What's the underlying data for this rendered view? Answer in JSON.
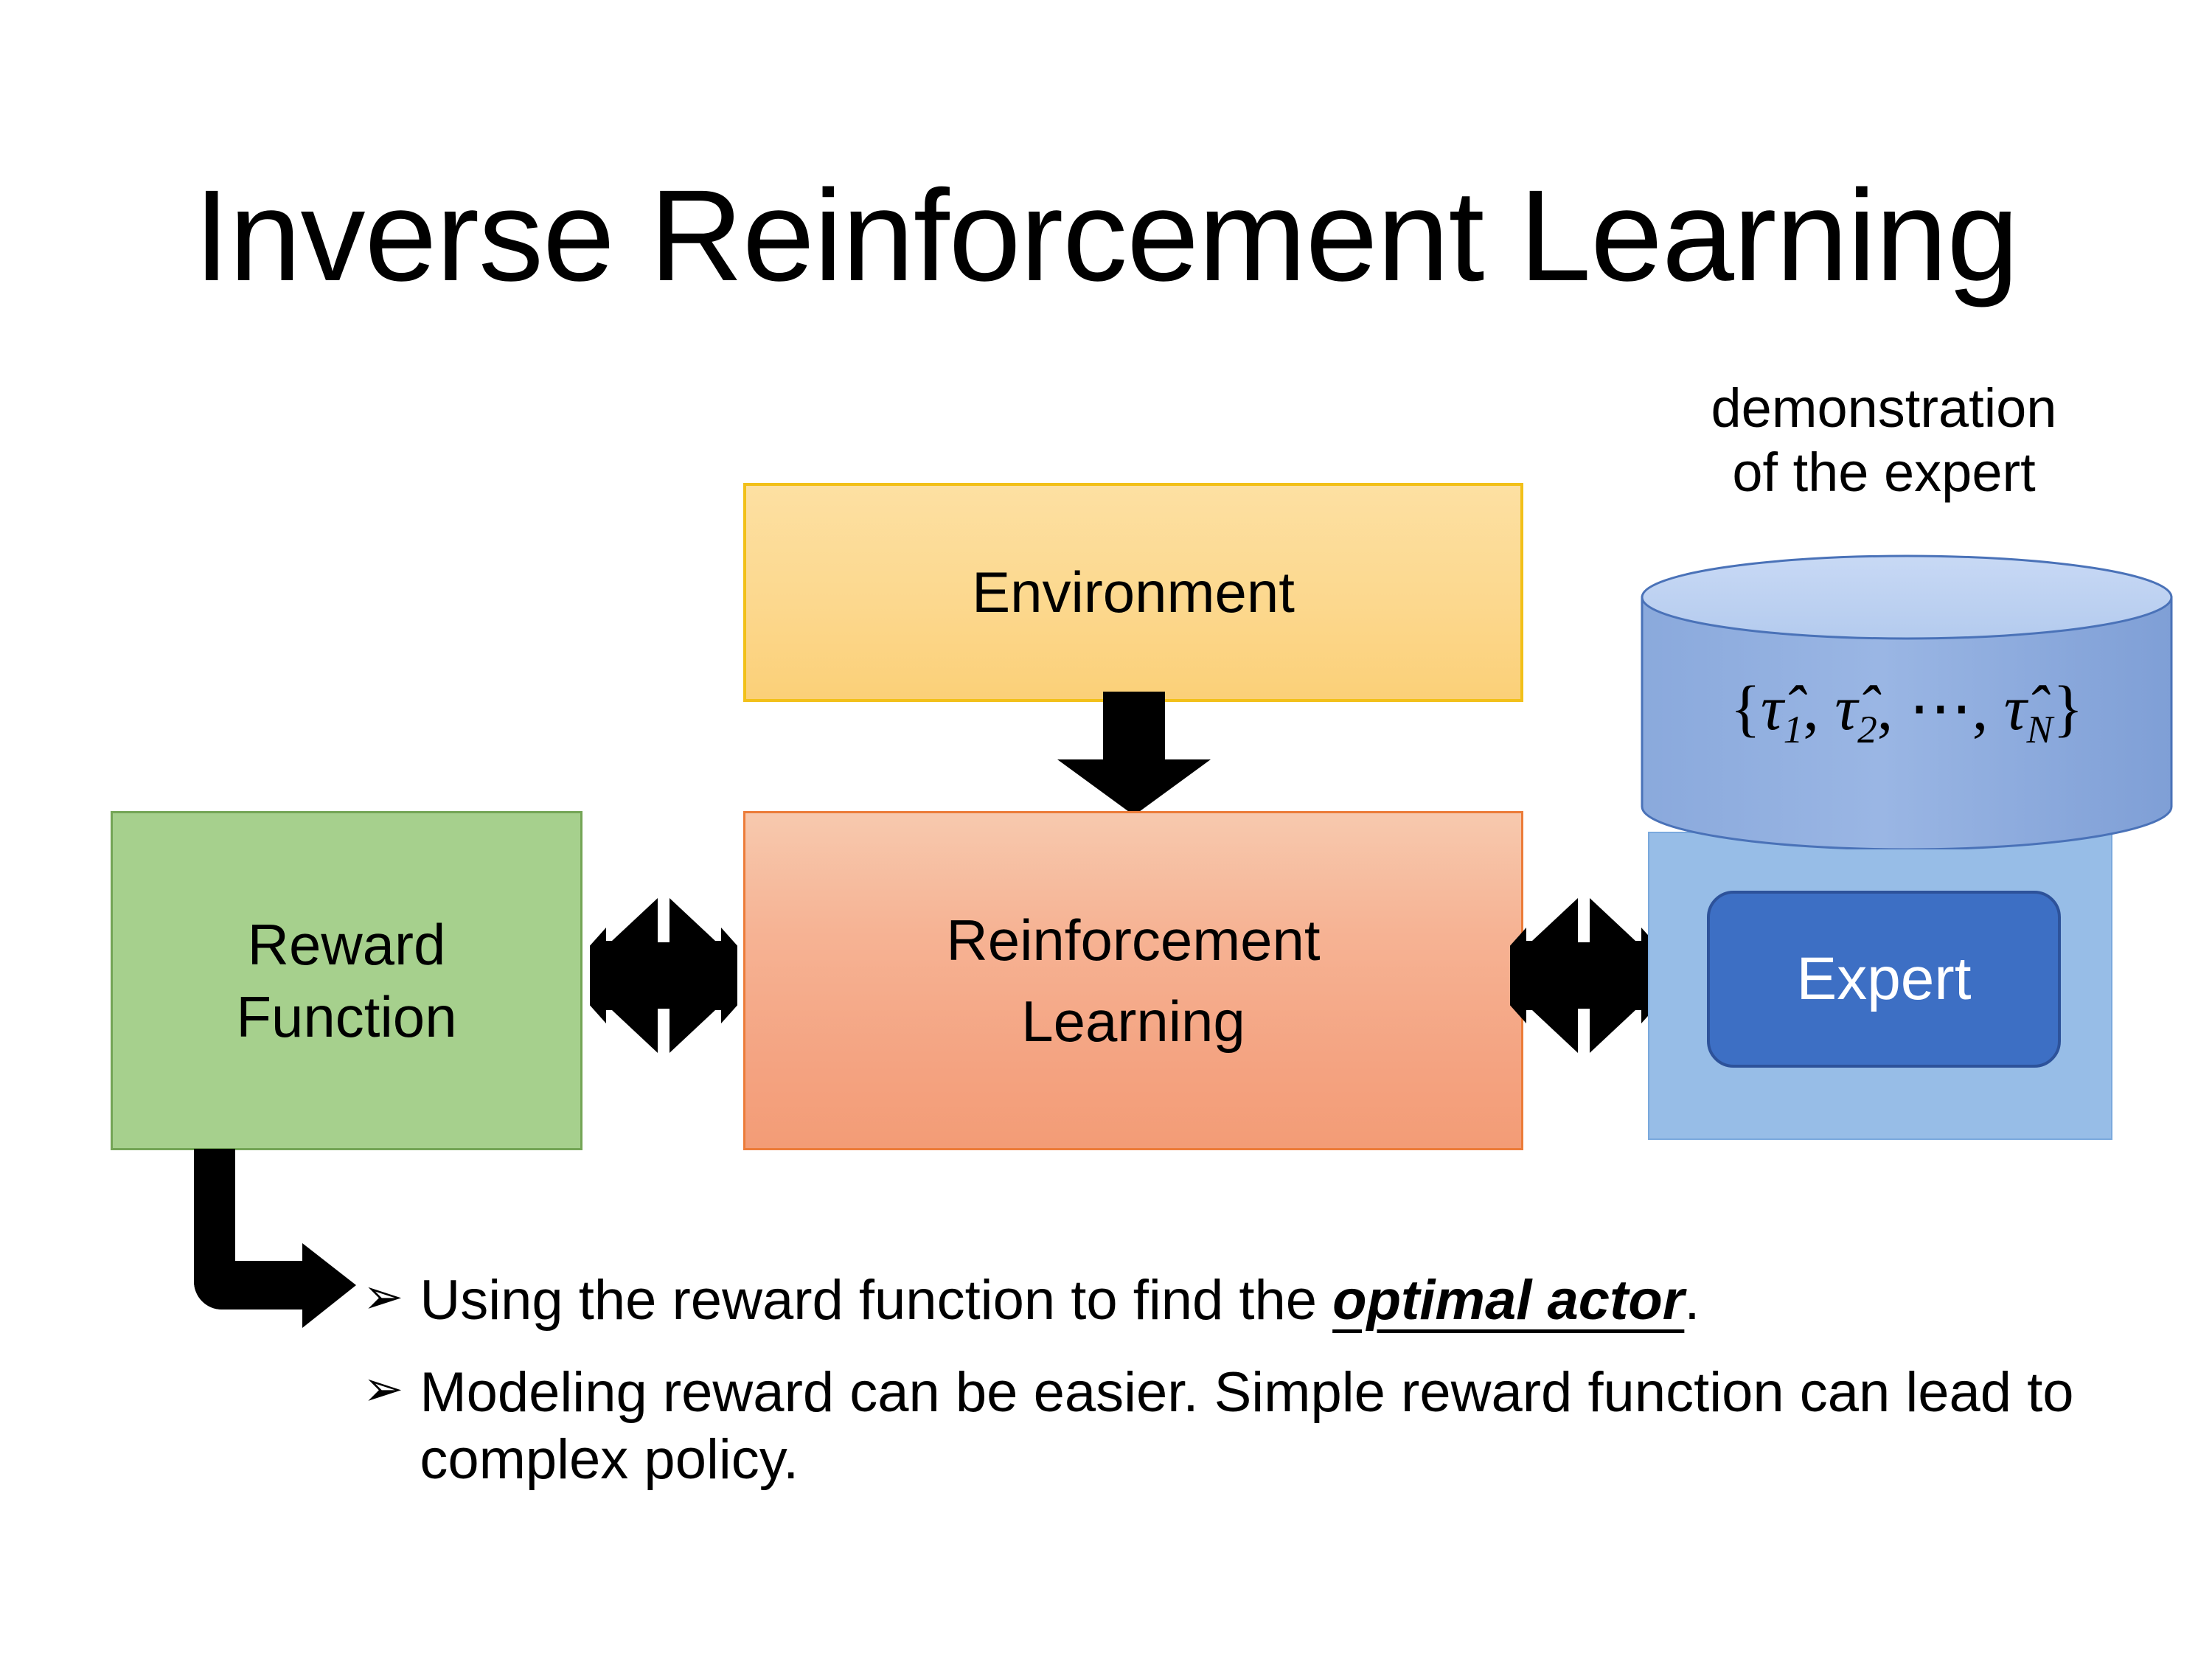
{
  "slide": {
    "title": "Inverse Reinforcement Learning",
    "background_color": "#ffffff"
  },
  "diagram": {
    "environment": {
      "label": "Environment",
      "fill_top": "#fde0a2",
      "fill_bottom": "#fbd078",
      "border_color": "#f2c019"
    },
    "reinforcement_learning": {
      "label_line1": "Reinforcement",
      "label_line2": "Learning",
      "fill_top": "#f7c9ae",
      "fill_bottom": "#f39c76",
      "border_color": "#ec7c39"
    },
    "reward_function": {
      "label_line1": "Reward",
      "label_line2": "Function",
      "fill": "#a6d08d",
      "border_color": "#74a556"
    },
    "demonstration": {
      "caption_line1": "demonstration",
      "caption_line2": "of the expert",
      "formula_open": "{",
      "formula_t1": "τ̂",
      "formula_s1": "1",
      "formula_sep1": ", ",
      "formula_t2": "τ̂",
      "formula_s2": "2",
      "formula_sep2": ", ⋯, ",
      "formula_t3": "τ̂",
      "formula_s3": "N",
      "formula_close": "}",
      "cylinder_top_fill": "#bfd3f2",
      "cylinder_body_fill": "#8faede",
      "cylinder_stroke": "#4a72b8"
    },
    "expert": {
      "label": "Expert",
      "fill": "#3d6fc4",
      "border_color": "#2d529a",
      "text_color": "#ffffff",
      "container_fill": "#97bde7",
      "container_border": "#7aa9dd"
    },
    "connectors": {
      "environment_to_rl": "down-arrow",
      "reward_to_rl": "quad-arrow",
      "rl_to_expert": "quad-arrow",
      "reward_to_bullets": "elbow-arrow",
      "color": "#000000"
    }
  },
  "bullets": [
    {
      "marker": "➢",
      "text_before": "Using the reward function to find the ",
      "emphasis": "optimal actor",
      "text_after": "."
    },
    {
      "marker": "➢",
      "text_before": "Modeling reward can be easier. Simple reward function can lead to complex policy.",
      "emphasis": "",
      "text_after": ""
    }
  ]
}
